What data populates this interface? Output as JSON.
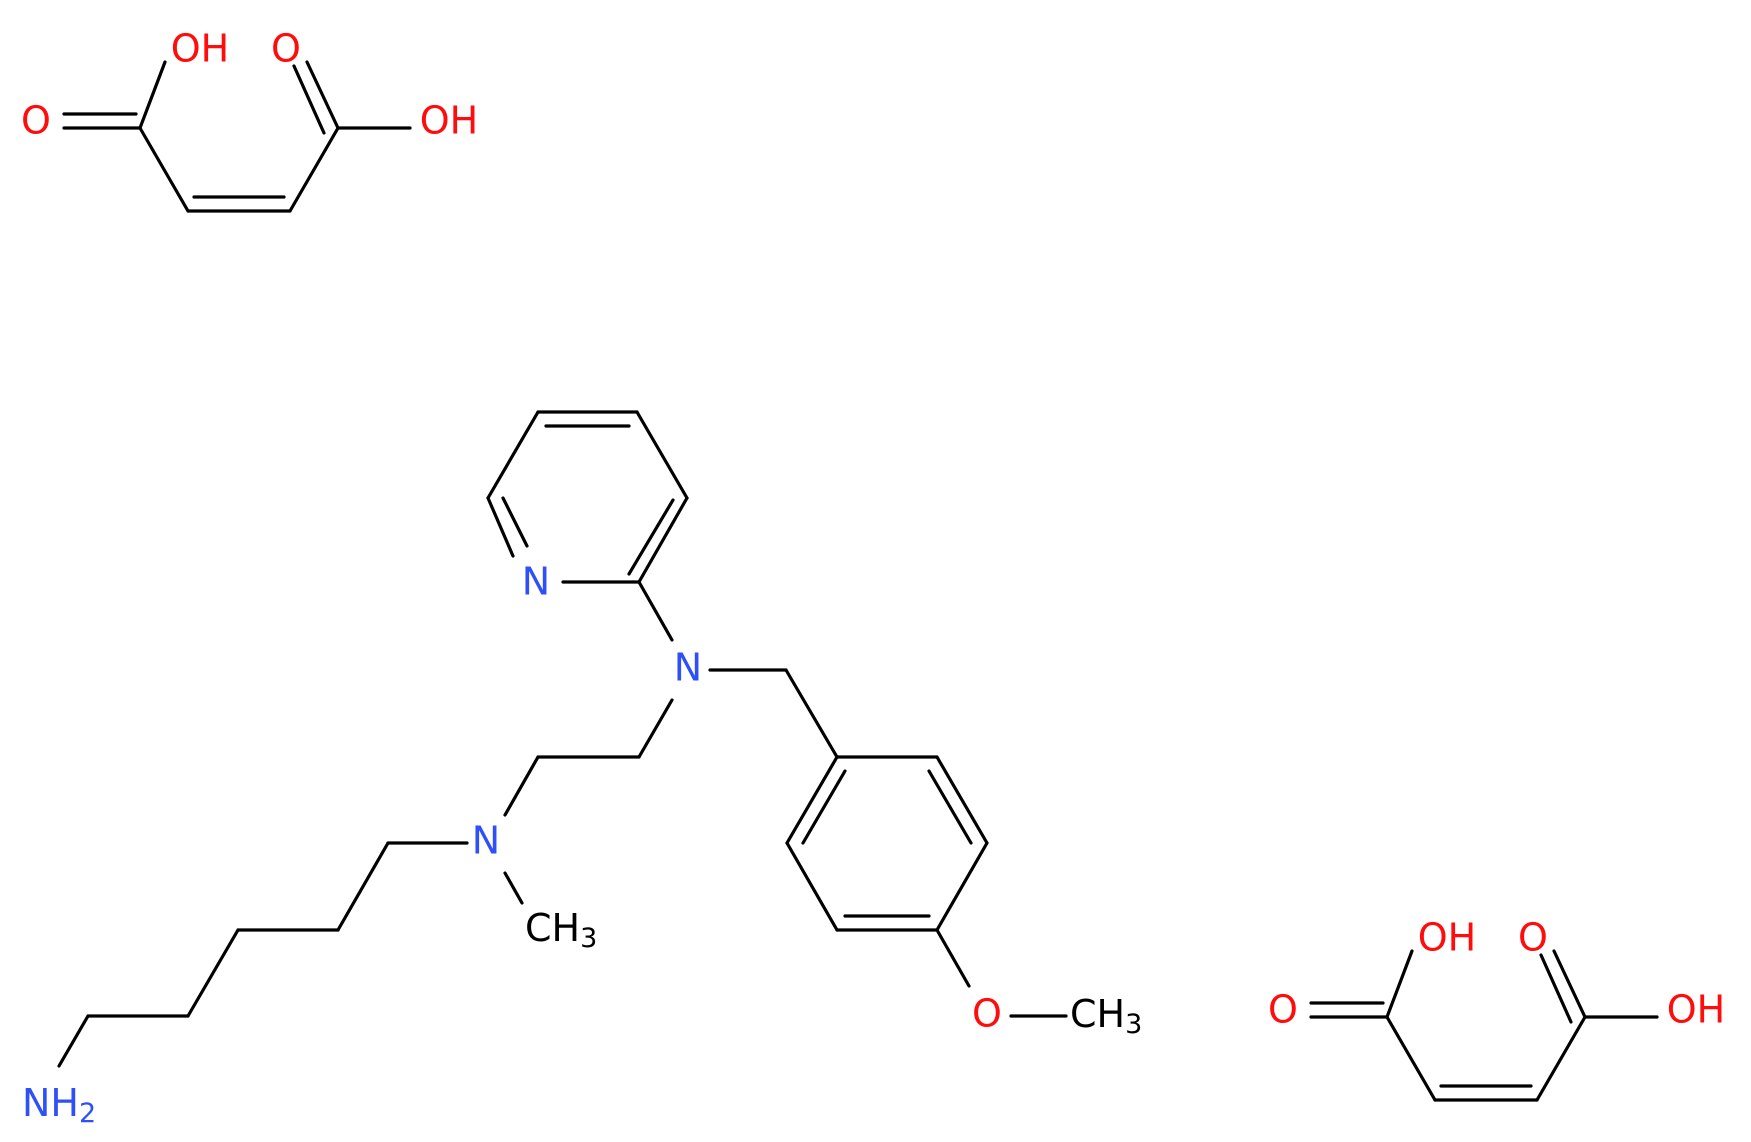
{
  "colors": {
    "bond": "#000000",
    "oxygen": "#ff0d0d",
    "nitrogen": "#2f50f8",
    "background": "#ffffff"
  },
  "labels": {
    "maleic_top": {
      "oh_left": "OH",
      "o_left": "O",
      "o_right": "O",
      "oh_right": "OH"
    },
    "maleic_bottom": {
      "oh_left": "OH",
      "o_left": "O",
      "o_right": "O",
      "oh_right": "OH"
    },
    "main": {
      "pyridine_n": "N",
      "amine_n": "N",
      "tertiary_n": "N",
      "methyl_n": {
        "main": "CH",
        "sub": "3"
      },
      "ether_o": "O",
      "methyl_o": {
        "main": "CH",
        "sub": "3"
      },
      "nh2": {
        "main": "NH",
        "sub": "2"
      }
    }
  }
}
